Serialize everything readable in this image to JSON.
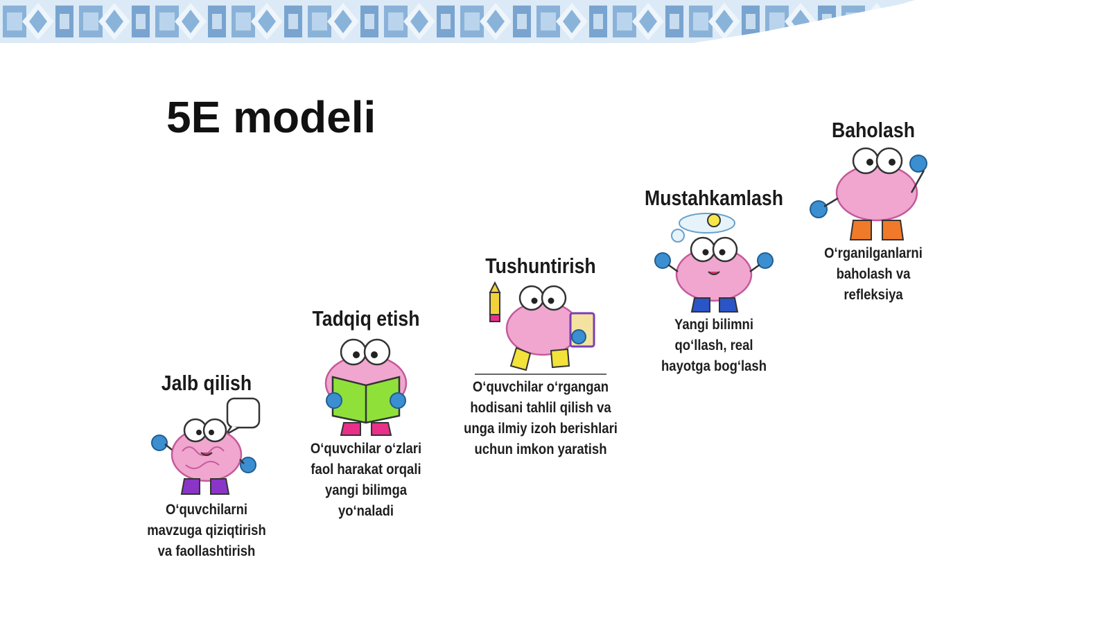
{
  "slide": {
    "title": "5E modeli"
  },
  "colors": {
    "banner_light": "#cfe4f4",
    "banner_dark": "#5b93c7",
    "brain_pink": "#f0a6cf",
    "brain_line": "#c45a9a",
    "glove_blue": "#3b8fd0",
    "text": "#1a1a1a"
  },
  "stages": [
    {
      "title": "Jalb qilish",
      "desc_lines": [
        "O‘quvchilarni",
        "mavzuga qiziqtirish",
        "va faollashtirish"
      ],
      "icon": "brain-speech-bubble-icon",
      "shoe_color": "#8a35c8"
    },
    {
      "title": "Tadqiq etish",
      "desc_lines": [
        "O‘quvchilar o‘zlari",
        "faol harakat orqali",
        "yangi bilimga",
        "yo‘naladi"
      ],
      "icon": "brain-reading-book-icon",
      "shoe_color": "#e8308a"
    },
    {
      "title": "Tushuntirish",
      "desc_lines": [
        "O‘quvchilar o‘rgangan",
        "hodisani tahlil qilish va",
        "unga ilmiy izoh berishlari",
        "uchun imkon yaratish"
      ],
      "icon": "brain-clipboard-icon",
      "shoe_color": "#f2e23a"
    },
    {
      "title": "Mustahkamlash",
      "desc_lines": [
        "Yangi bilimni",
        "qo‘llash, real",
        "hayotga bog‘lash"
      ],
      "icon": "brain-lightbulb-icon",
      "shoe_color": "#2a55c9"
    },
    {
      "title": "Baholash",
      "desc_lines": [
        "O‘rganilganlarni",
        "baholash va",
        "refleksiya"
      ],
      "icon": "brain-thinking-icon",
      "shoe_color": "#f07a2a"
    }
  ]
}
